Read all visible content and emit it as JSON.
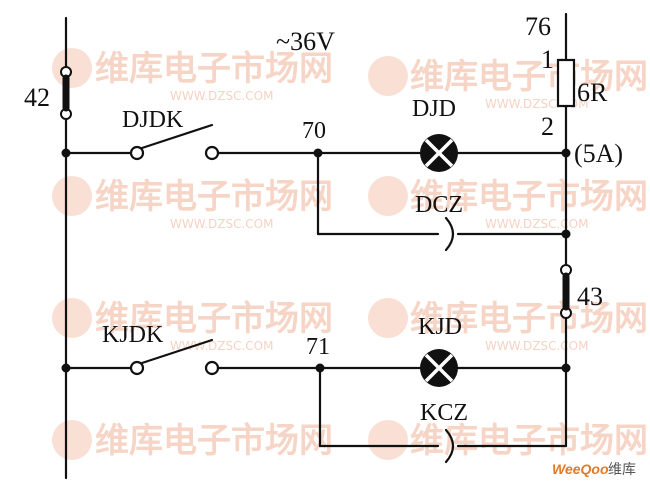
{
  "supply_voltage": "~36V",
  "wire_numbers": {
    "left_terminal": "42",
    "top_right": "76",
    "node_upper": "70",
    "node_lower": "71",
    "right_fuse": "43"
  },
  "fuse": {
    "pin_top": "1",
    "pin_bottom": "2",
    "resistance": "6R",
    "rating": "(5A)"
  },
  "components": {
    "upper_switch": "DJDK",
    "upper_lamp": "DJD",
    "upper_socket": "DCZ",
    "lower_switch": "KJDK",
    "lower_lamp": "KJD",
    "lower_socket": "KCZ"
  },
  "watermark": {
    "cn": "维库电子市场网",
    "url": "WWW.DZSC.COM"
  },
  "credit": {
    "brand": "WeeQoo",
    "cn": "维库"
  }
}
